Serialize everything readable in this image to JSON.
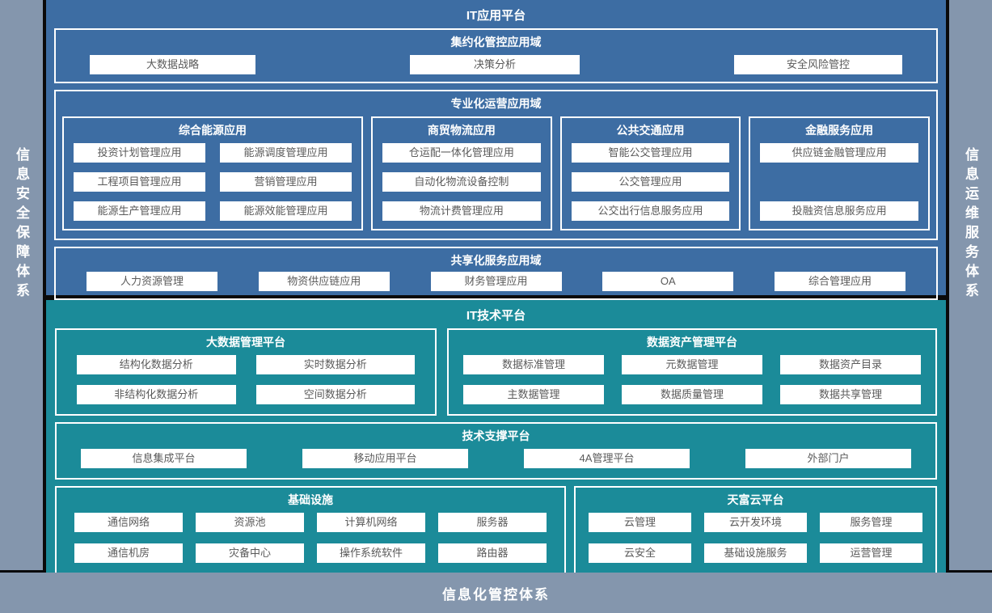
{
  "colors": {
    "app_platform_bg": "#3d6da3",
    "tech_platform_bg": "#1b8b99",
    "frame_bg": "#8496ad",
    "canvas_bg": "#0a0a0a",
    "item_bg": "#ffffff",
    "item_text": "#5a5a5a",
    "title_text": "#ffffff"
  },
  "frame": {
    "left_title": "信息安全保障体系",
    "right_title": "信息运维服务体系",
    "bottom_title": "信息化管控体系"
  },
  "app": {
    "title": "IT应用平台",
    "domains": [
      {
        "title": "集约化管控应用域",
        "items": [
          "大数据战略",
          "决策分析",
          "安全风险管控"
        ]
      },
      {
        "title": "专业化运营应用域",
        "groups": [
          {
            "title": "综合能源应用",
            "items": [
              "投资计划管理应用",
              "能源调度管理应用",
              "工程项目管理应用",
              "营销管理应用",
              "能源生产管理应用",
              "能源效能管理应用"
            ]
          },
          {
            "title": "商贸物流应用",
            "items": [
              "仓运配一体化管理应用",
              "自动化物流设备控制",
              "物流计费管理应用"
            ]
          },
          {
            "title": "公共交通应用",
            "items": [
              "智能公交管理应用",
              "公交管理应用",
              "公交出行信息服务应用"
            ]
          },
          {
            "title": "金融服务应用",
            "items": [
              "供应链金融管理应用",
              "投融资信息服务应用"
            ]
          }
        ]
      },
      {
        "title": "共享化服务应用域",
        "items": [
          "人力资源管理",
          "物资供应链应用",
          "财务管理应用",
          "OA",
          "综合管理应用"
        ]
      }
    ]
  },
  "tech": {
    "title": "IT技术平台",
    "boxes": [
      {
        "title": "大数据管理平台",
        "items": [
          "结构化数据分析",
          "实时数据分析",
          "非结构化数据分析",
          "空间数据分析"
        ]
      },
      {
        "title": "数据资产管理平台",
        "items": [
          "数据标准管理",
          "元数据管理",
          "数据资产目录",
          "主数据管理",
          "数据质量管理",
          "数据共享管理"
        ]
      },
      {
        "title": "技术支撑平台",
        "items": [
          "信息集成平台",
          "移动应用平台",
          "4A管理平台",
          "外部门户"
        ]
      },
      {
        "title": "基础设施",
        "items": [
          "通信网络",
          "资源池",
          "计算机网络",
          "服务器",
          "通信机房",
          "灾备中心",
          "操作系统软件",
          "路由器"
        ]
      },
      {
        "title": "天富云平台",
        "items": [
          "云管理",
          "云开发环境",
          "服务管理",
          "云安全",
          "基础设施服务",
          "运营管理"
        ]
      }
    ]
  }
}
